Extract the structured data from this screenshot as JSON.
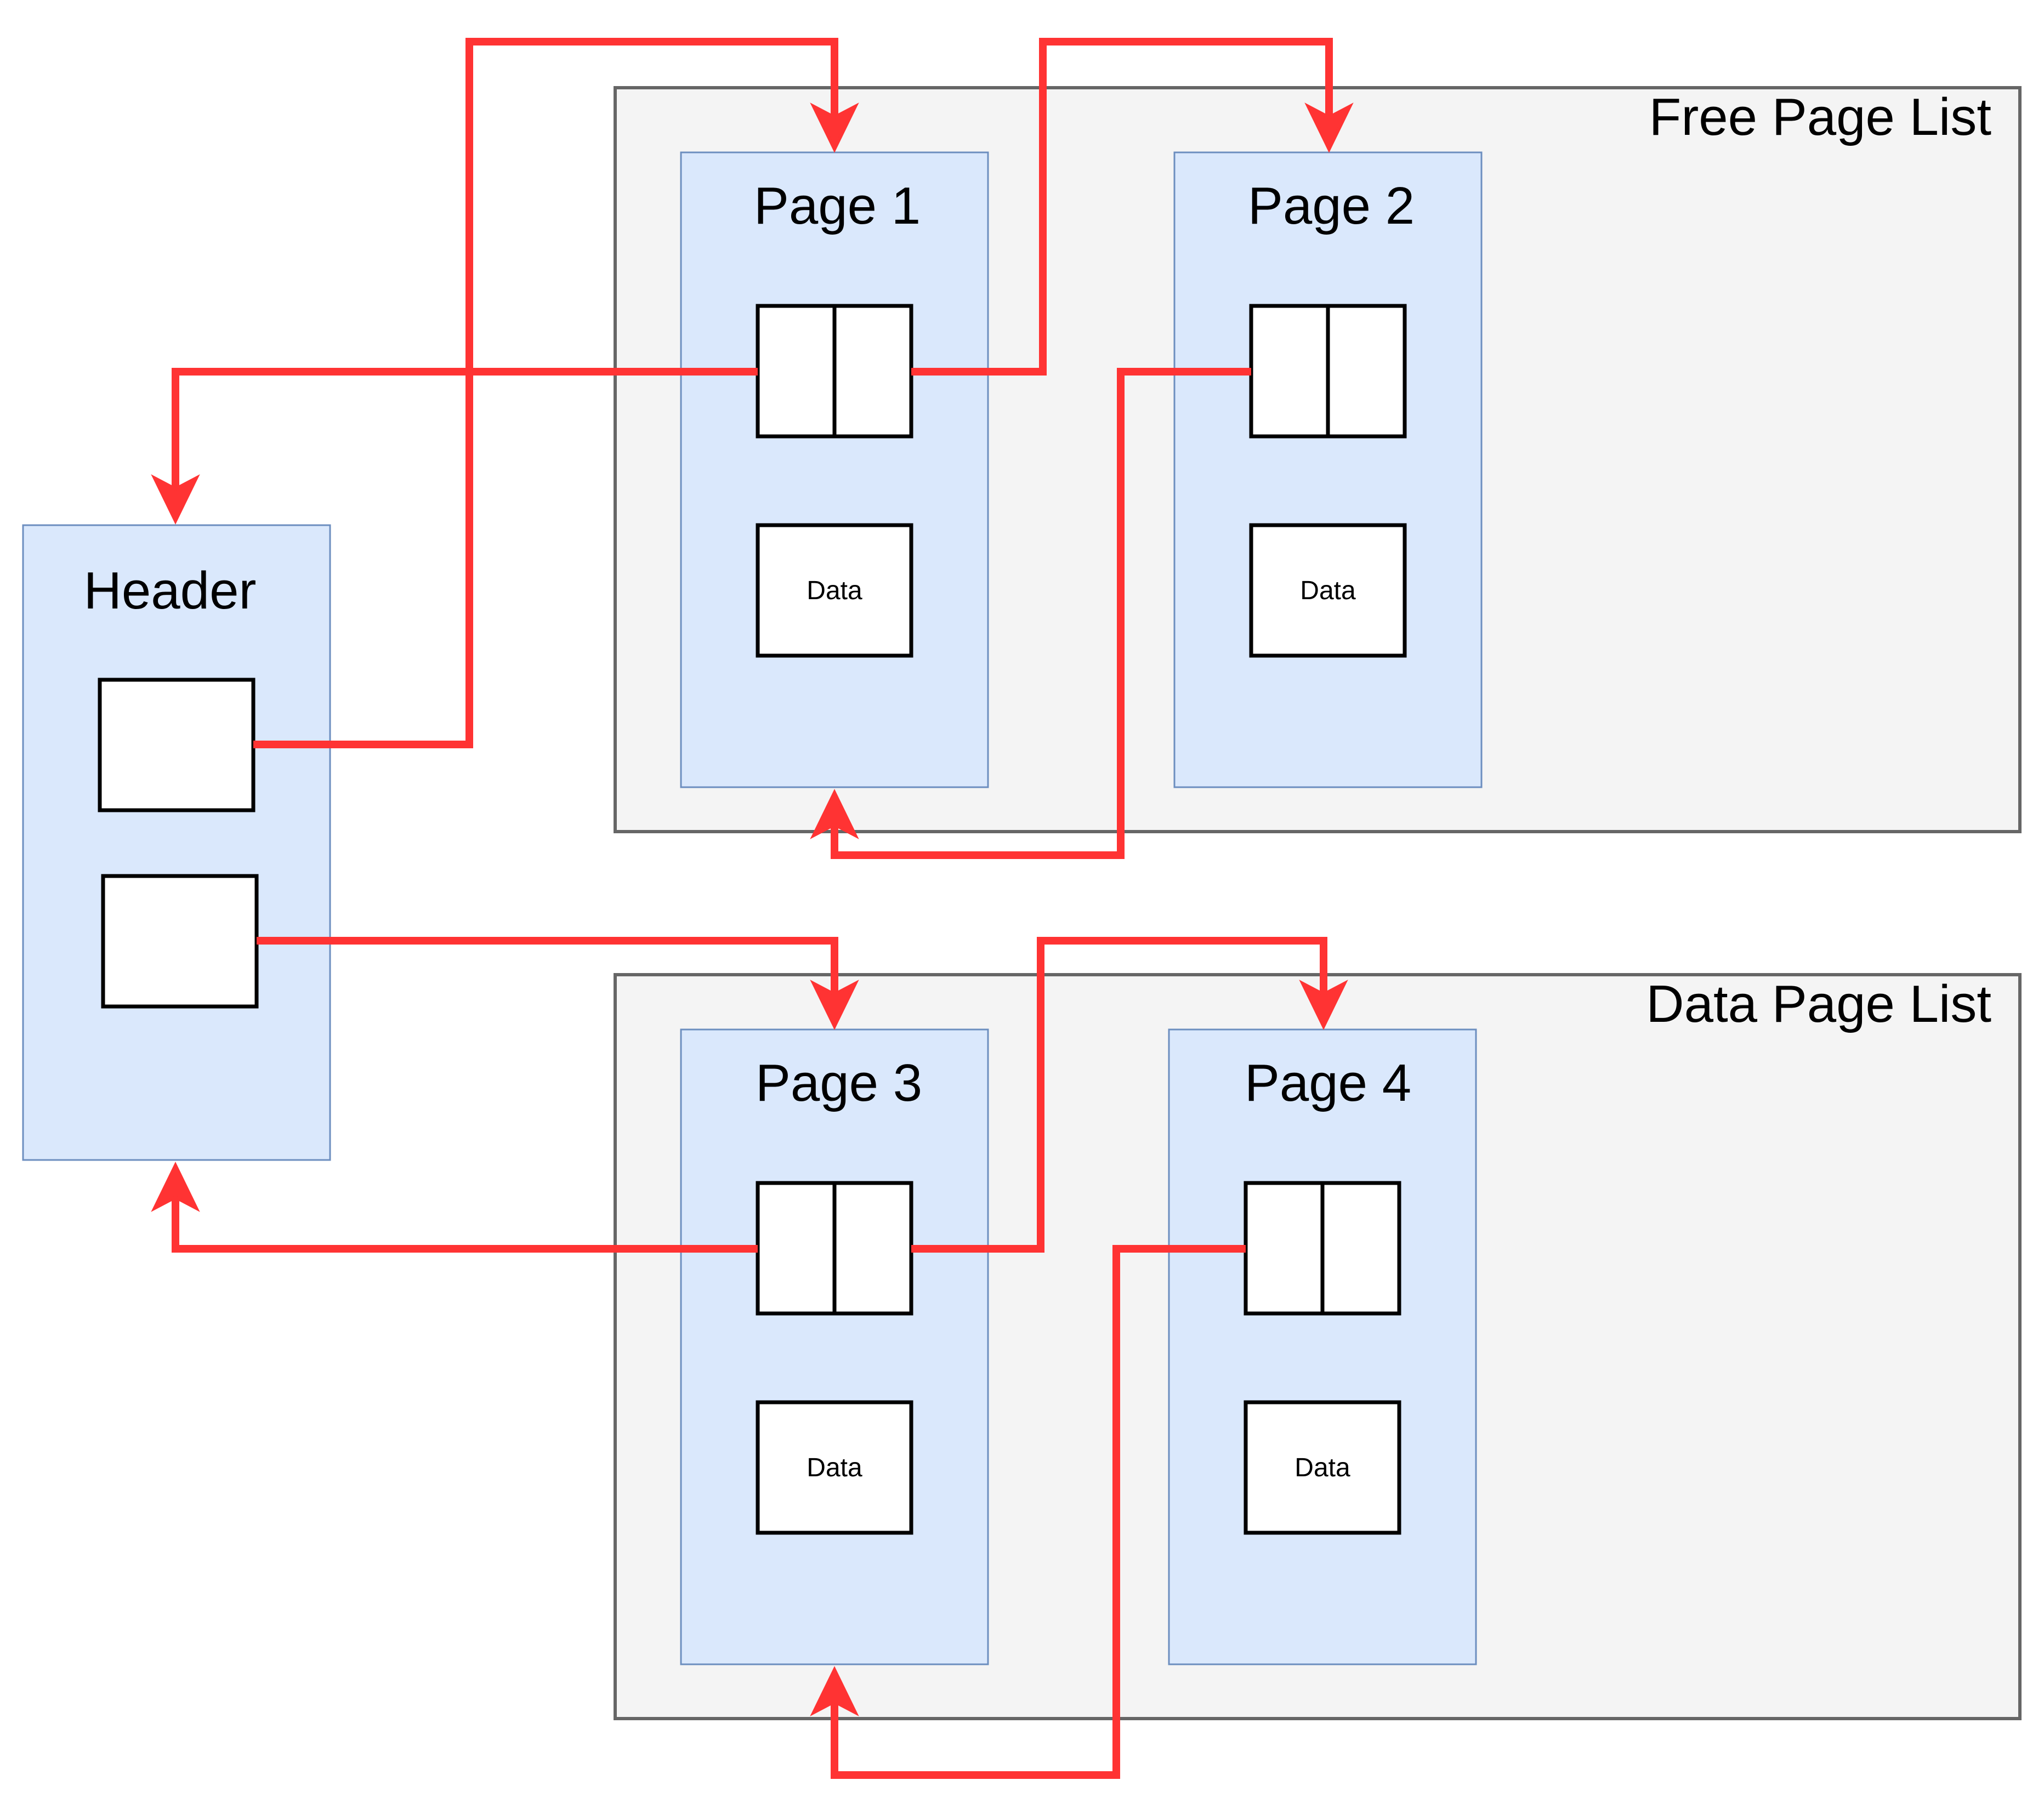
{
  "groups": {
    "free": {
      "title": "Free Page List"
    },
    "data": {
      "title": "Data Page List"
    }
  },
  "header": {
    "title": "Header"
  },
  "pages": {
    "page1": {
      "title": "Page 1",
      "data_label": "Data"
    },
    "page2": {
      "title": "Page 2",
      "data_label": "Data"
    },
    "page3": {
      "title": "Page 3",
      "data_label": "Data"
    },
    "page4": {
      "title": "Page 4",
      "data_label": "Data"
    }
  },
  "colors": {
    "arrow": "#ff3333",
    "page_fill": "#dae8fc",
    "page_stroke": "#6c8ebf",
    "group_fill": "#f4f4f4",
    "group_stroke": "#666666"
  }
}
